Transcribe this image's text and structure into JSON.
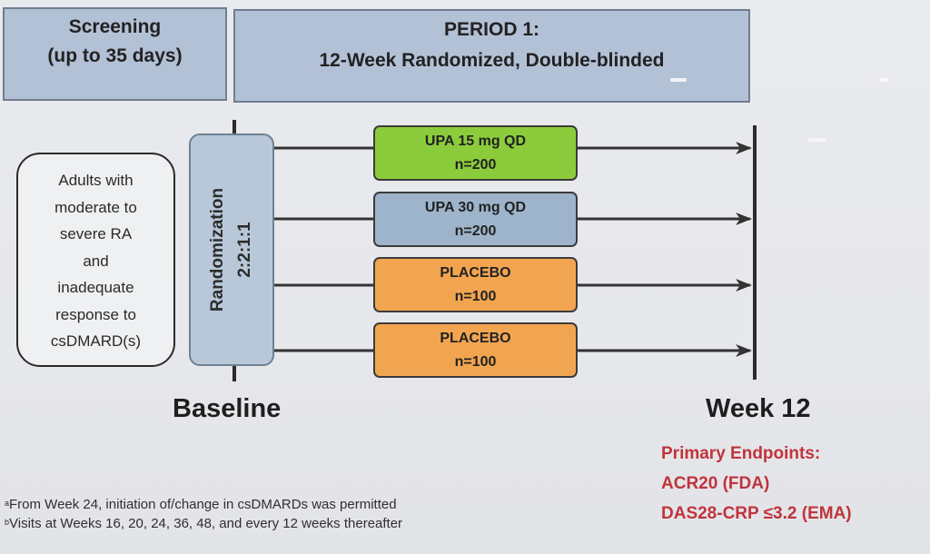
{
  "header": {
    "screening": {
      "line1": "Screening",
      "line2": "(up to 35 days)"
    },
    "period": {
      "line1": "PERIOD 1:",
      "line2": "12-Week Randomized, Double-blinded"
    }
  },
  "population": {
    "lines": [
      "Adults with",
      "moderate to",
      "severe RA",
      "and",
      "inadequate",
      "response to",
      "csDMARD(s)"
    ]
  },
  "randomization": {
    "label": "Randomization",
    "ratio": "2:2:1:1"
  },
  "arms": [
    {
      "name": "UPA 15 mg QD",
      "n": "n=200",
      "color": "#8ccc3c"
    },
    {
      "name": "UPA 30 mg QD",
      "n": "n=200",
      "color": "#9db4cb"
    },
    {
      "name": "PLACEBO",
      "n": "n=100",
      "color": "#f2a550"
    },
    {
      "name": "PLACEBO",
      "n": "n=100",
      "color": "#f2a550"
    }
  ],
  "timeline": {
    "baseline": "Baseline",
    "week12": "Week 12"
  },
  "endpoints": {
    "title": "Primary Endpoints:",
    "items": [
      "ACR20 (FDA)",
      "DAS28-CRP ≤3.2 (EMA)"
    ]
  },
  "footnotes": [
    {
      "marker": "a",
      "text": "From Week 24, initiation of/change in csDMARDs was permitted"
    },
    {
      "marker": "b",
      "text": "Visits at Weeks 16, 20, 24, 36, 48, and every 12 weeks thereafter"
    }
  ],
  "colors": {
    "header_fill": "#b3c1d6",
    "endpoint_red": "#c0343b"
  }
}
